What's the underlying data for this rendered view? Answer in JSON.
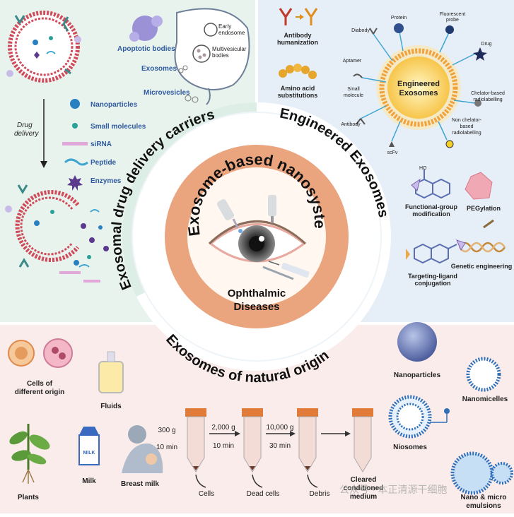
{
  "center": {
    "title_line1": "Ophthalmic",
    "title_line2": "Diseases"
  },
  "ring_text": {
    "main_title": "Exosome-based nanosystems for the treatment of Ophthalmic Diseases",
    "carriers": "Exosomal drug delivery carriers",
    "engineered": "Engineered Exosomes",
    "natural": "Exosomes of natural origin"
  },
  "top_left": {
    "apoptotic_bodies": "Apoptotic bodies",
    "early_endosome_1": "Early",
    "early_endosome_2": "endosome",
    "multivesicular_1": "Multivesicular",
    "multivesicular_2": "bodies",
    "exosomes": "Exosomes",
    "microvesicles": "Microvesicles",
    "drug_delivery_1": "Drug",
    "drug_delivery_2": "delivery",
    "legend": [
      "Nanoparticles",
      "Small molecules",
      "siRNA",
      "Peptide",
      "Enzymes"
    ]
  },
  "top_right": {
    "antibody_humanization_1": "Antibody",
    "antibody_humanization_2": "humanization",
    "amino_acid_1": "Amino acid",
    "amino_acid_2": "substitutions",
    "engineered_exosomes_1": "Engineered",
    "engineered_exosomes_2": "Exosomes",
    "protein": "Protein",
    "fluorescent_probe_1": "Fluorescent",
    "fluorescent_probe_2": "probe",
    "diabody": "Diabody",
    "drug": "Drug",
    "aptamer": "Aptamer",
    "small_molecule_1": "Small",
    "small_molecule_2": "molecule",
    "chelator_1": "Chelator-based",
    "chelator_2": "radiolabelling",
    "antibody": "Antibody",
    "non_chelator_1": "Non chelator-",
    "non_chelator_2": "based",
    "non_chelator_3": "radiolabelling",
    "scfv": "scFv",
    "functional_group_1": "Functional-group",
    "functional_group_2": "modification",
    "pegylation": "PEGylation",
    "genetic_engineering": "Genetic engineering",
    "targeting_ligand_1": "Targeting-ligand",
    "targeting_ligand_2": "conjugation",
    "ho_label": "HO"
  },
  "bottom": {
    "cells_origin_1": "Cells of",
    "cells_origin_2": "different origin",
    "fluids": "Fluids",
    "plants": "Plants",
    "milk": "Milk",
    "milk_carton": "MILK",
    "breast_milk": "Breast milk",
    "spin1_g": "300 g",
    "spin1_t": "10 min",
    "spin2_g": "2,000 g",
    "spin2_t": "10 min",
    "spin3_g": "10,000 g",
    "spin3_t": "30 min",
    "cells": "Cells",
    "dead_cells": "Dead cells",
    "debris": "Debris",
    "cleared_1": "Cleared",
    "cleared_2": "conditioned",
    "cleared_3": "medium",
    "nanoparticles": "Nanoparticles",
    "nanomicelles": "Nanomicelles",
    "niosomes": "Niosomes",
    "nano_micro_1": "Nano & micro",
    "nano_micro_2": "emulsions",
    "watermark": "公众号 · 本正清源干细胞"
  },
  "colors": {
    "ring_orange": "#eaa57f",
    "center_bg": "#fff7f0",
    "quad_green": "#e8f3ee",
    "quad_blue": "#e6eef7",
    "quad_pink": "#faeceb",
    "label_blue": "#2f5a9e",
    "membrane_red": "#d04a5a"
  }
}
